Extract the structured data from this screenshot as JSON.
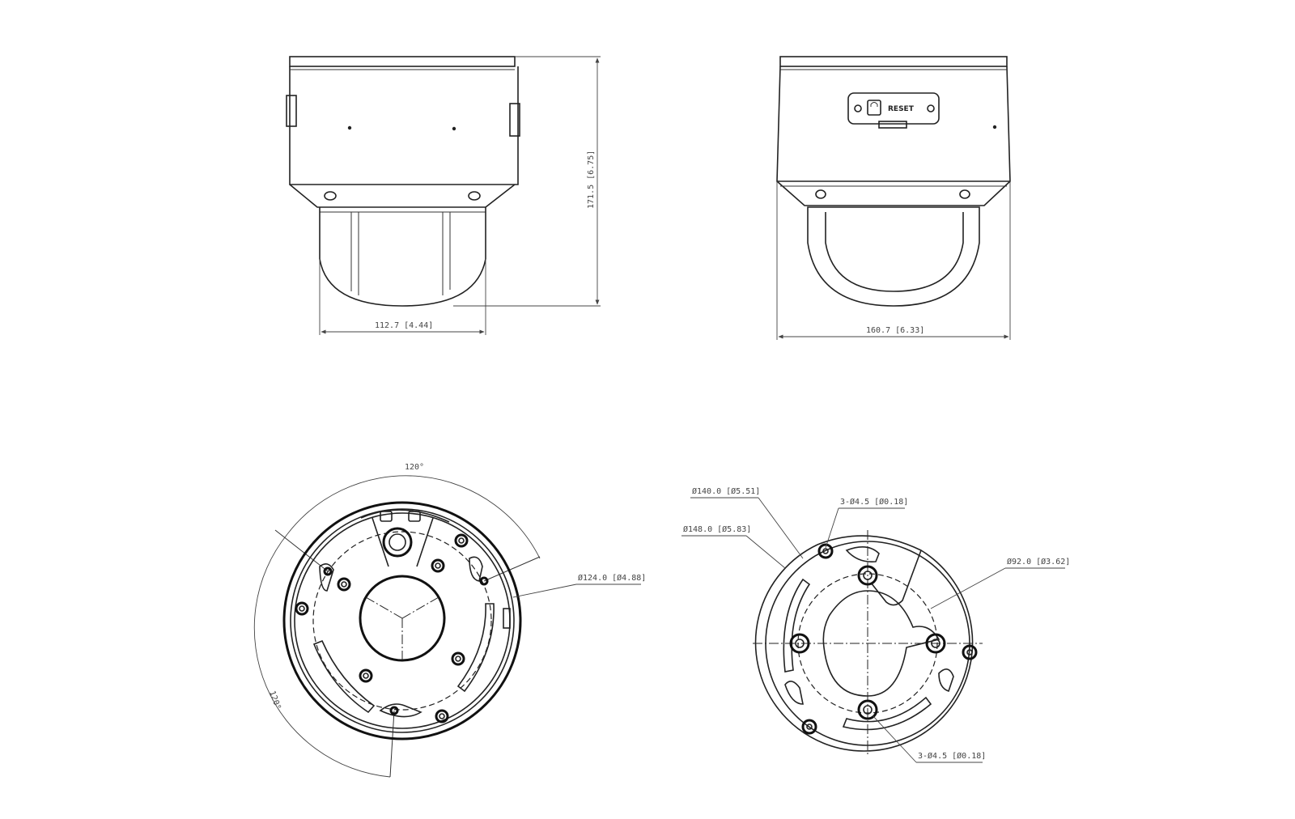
{
  "dimensions": {
    "front_width": "112.7 [4.44]",
    "height": "171.5 [6.75]",
    "side_width": "160.7 [6.33]",
    "angle_top": "120°",
    "angle_left": "120°",
    "bottom_hole_circle": "Ø124.0 [Ø4.88]",
    "mount_d140": "Ø140.0 [Ø5.51]",
    "mount_d148": "Ø148.0 [Ø5.83]",
    "mount_holes_top": "3-Ø4.5 [Ø0.18]",
    "mount_d92": "Ø92.0 [Ø3.62]",
    "mount_holes_bottom": "3-Ø4.5 [Ø0.18]"
  },
  "labels": {
    "reset": "RESET"
  }
}
